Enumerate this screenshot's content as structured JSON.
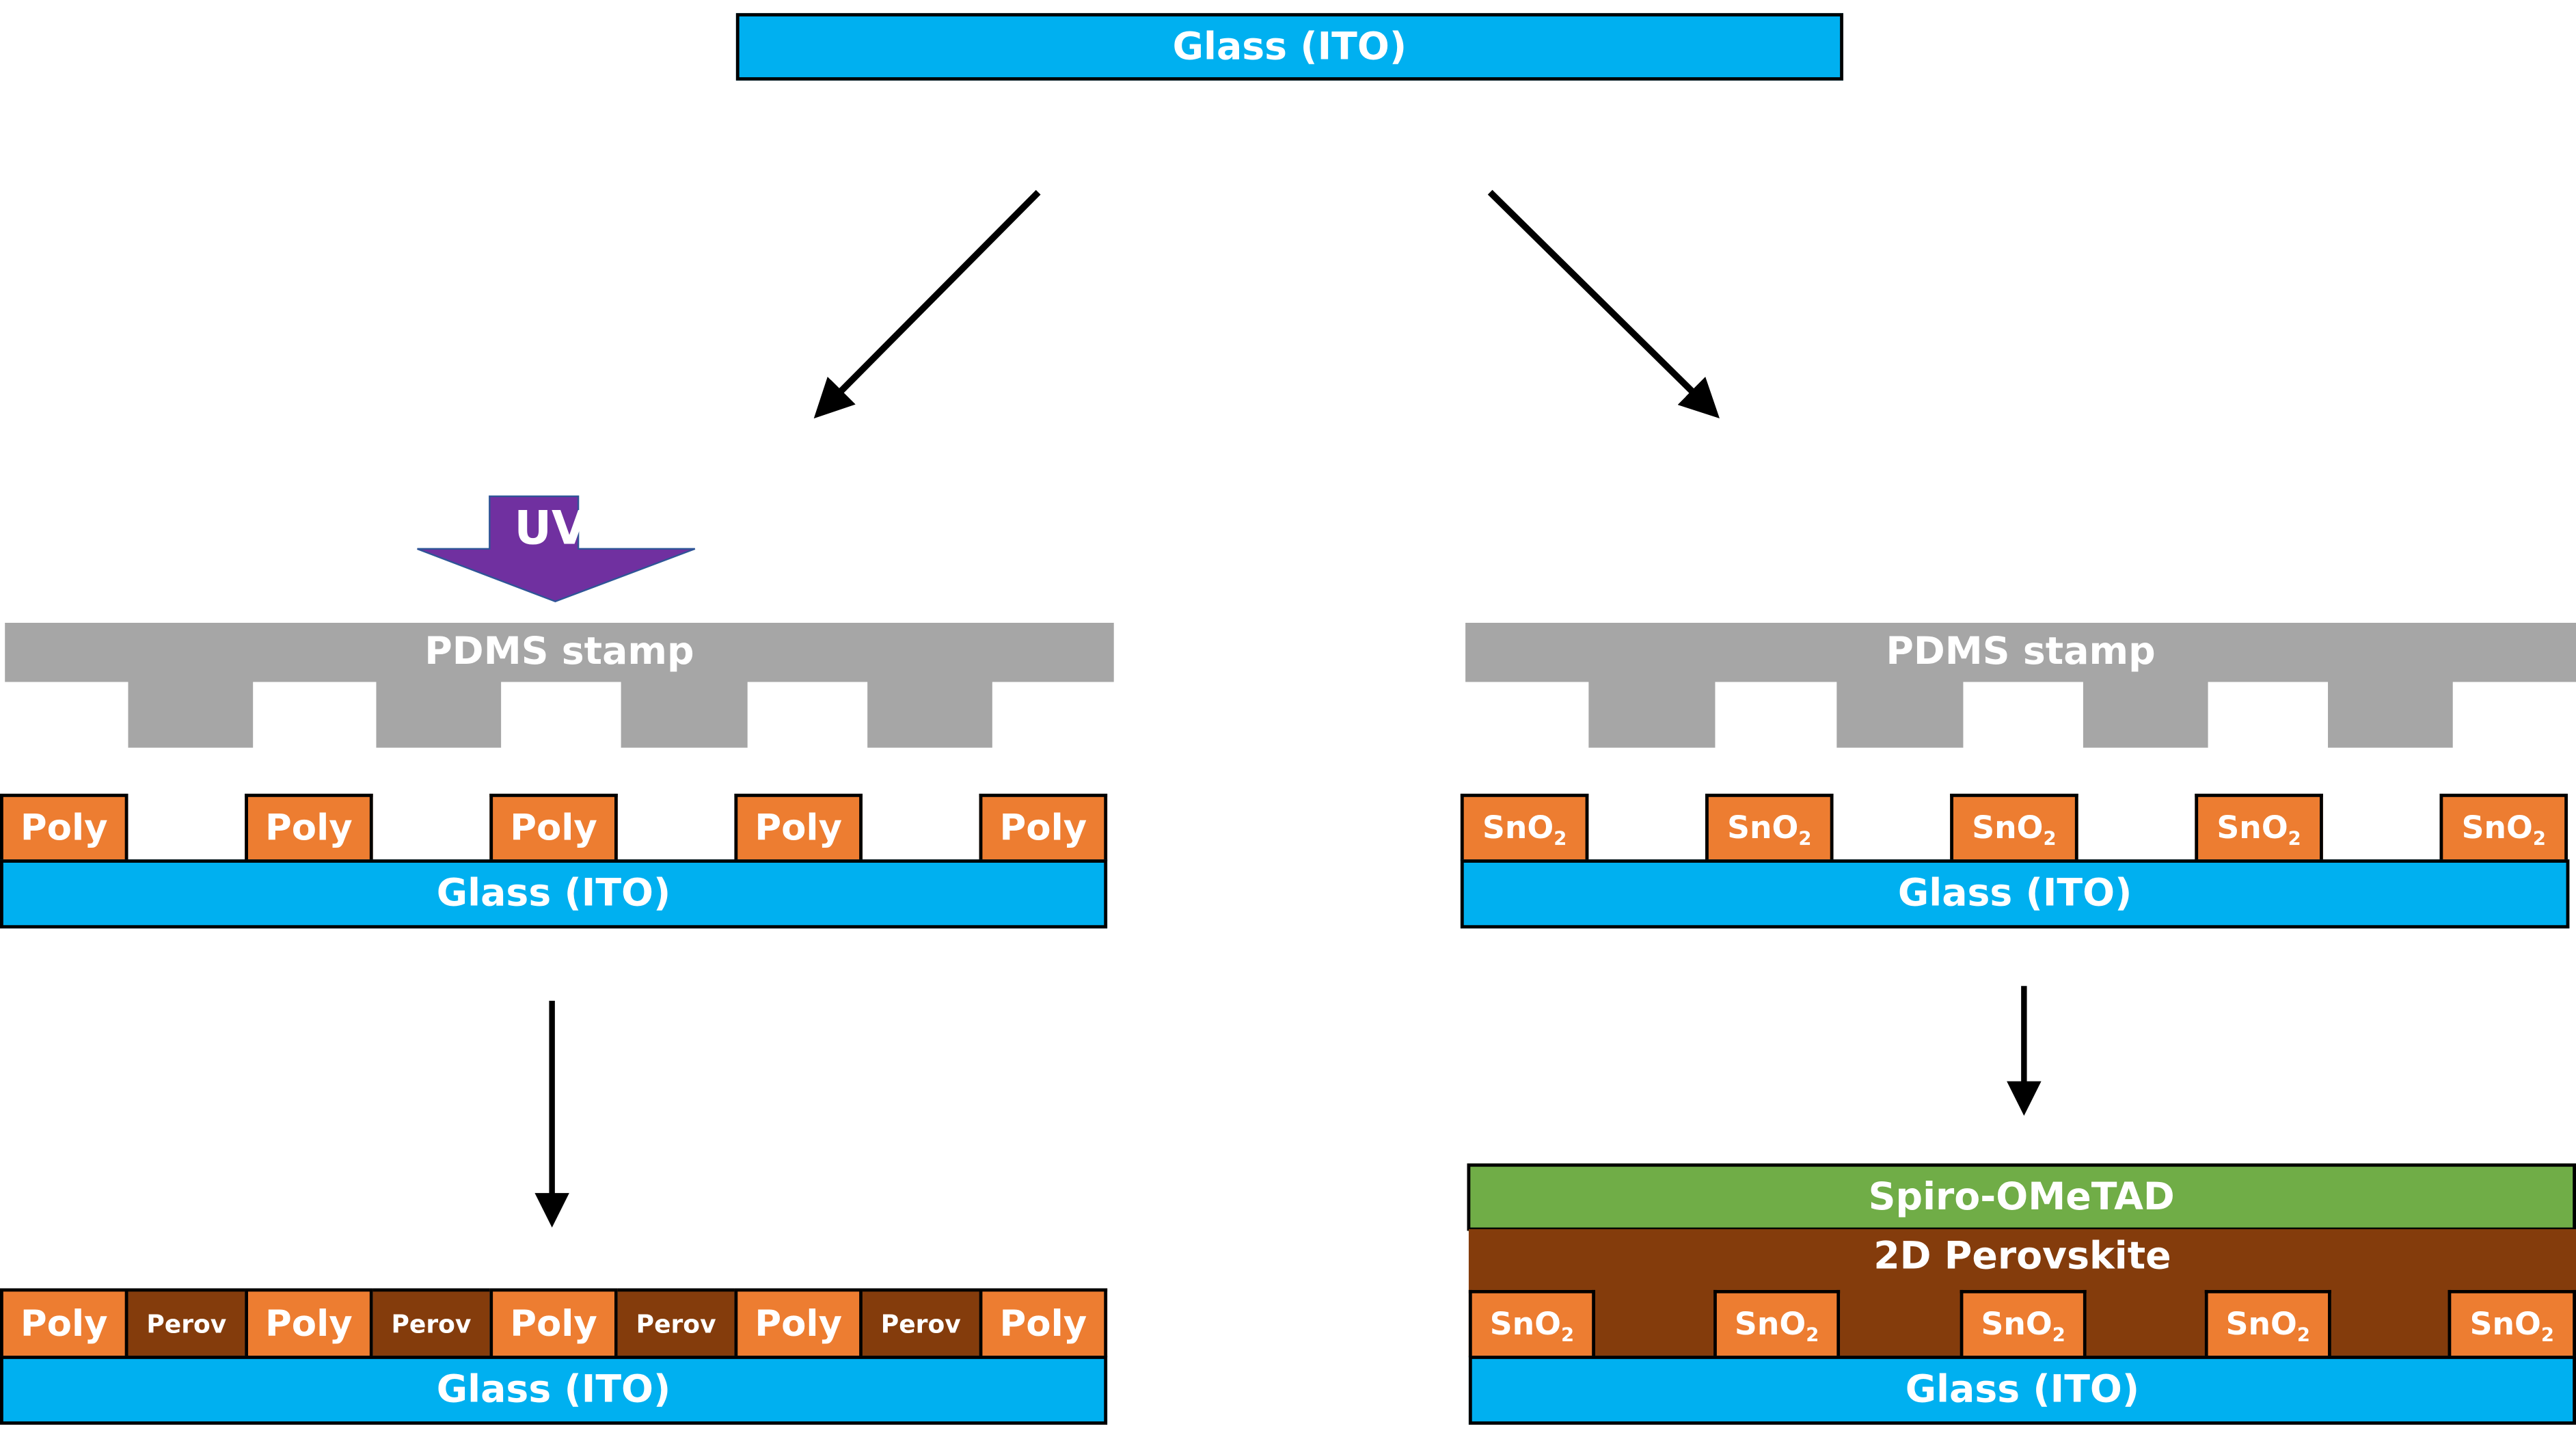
{
  "diagram": {
    "title": "Patterned substrate fabrication via PDMS stamp",
    "top_substrate": {
      "label": "Glass (ITO)"
    },
    "colors": {
      "glass_ito": "#00b0f0",
      "poly_sno2": "#ed7d31",
      "perovskite": "#843c0c",
      "spiro": "#70ad47",
      "pdms": "#a6a6a6",
      "uv": "#7030a0",
      "outline": "#000000"
    },
    "left_branch": {
      "uv_label": "UV",
      "stamp_label": "PDMS stamp",
      "stamped_layer": {
        "blocks": [
          "Poly",
          "Poly",
          "Poly",
          "Poly",
          "Poly"
        ],
        "substrate": "Glass (ITO)"
      },
      "final_layer": {
        "cells": [
          "Poly",
          "Perov",
          "Poly",
          "Perov",
          "Poly",
          "Perov",
          "Poly",
          "Perov",
          "Poly"
        ],
        "substrate": "Glass (ITO)"
      }
    },
    "right_branch": {
      "stamp_label": "PDMS stamp",
      "stamped_layer": {
        "block_base": "SnO",
        "block_sub": "2",
        "block_count": 5,
        "substrate": "Glass (ITO)"
      },
      "final_stack": {
        "top": "Spiro-OMeTAD",
        "middle": "2D Perovskite",
        "block_base": "SnO",
        "block_sub": "2",
        "block_count": 5,
        "substrate": "Glass (ITO)"
      }
    }
  }
}
